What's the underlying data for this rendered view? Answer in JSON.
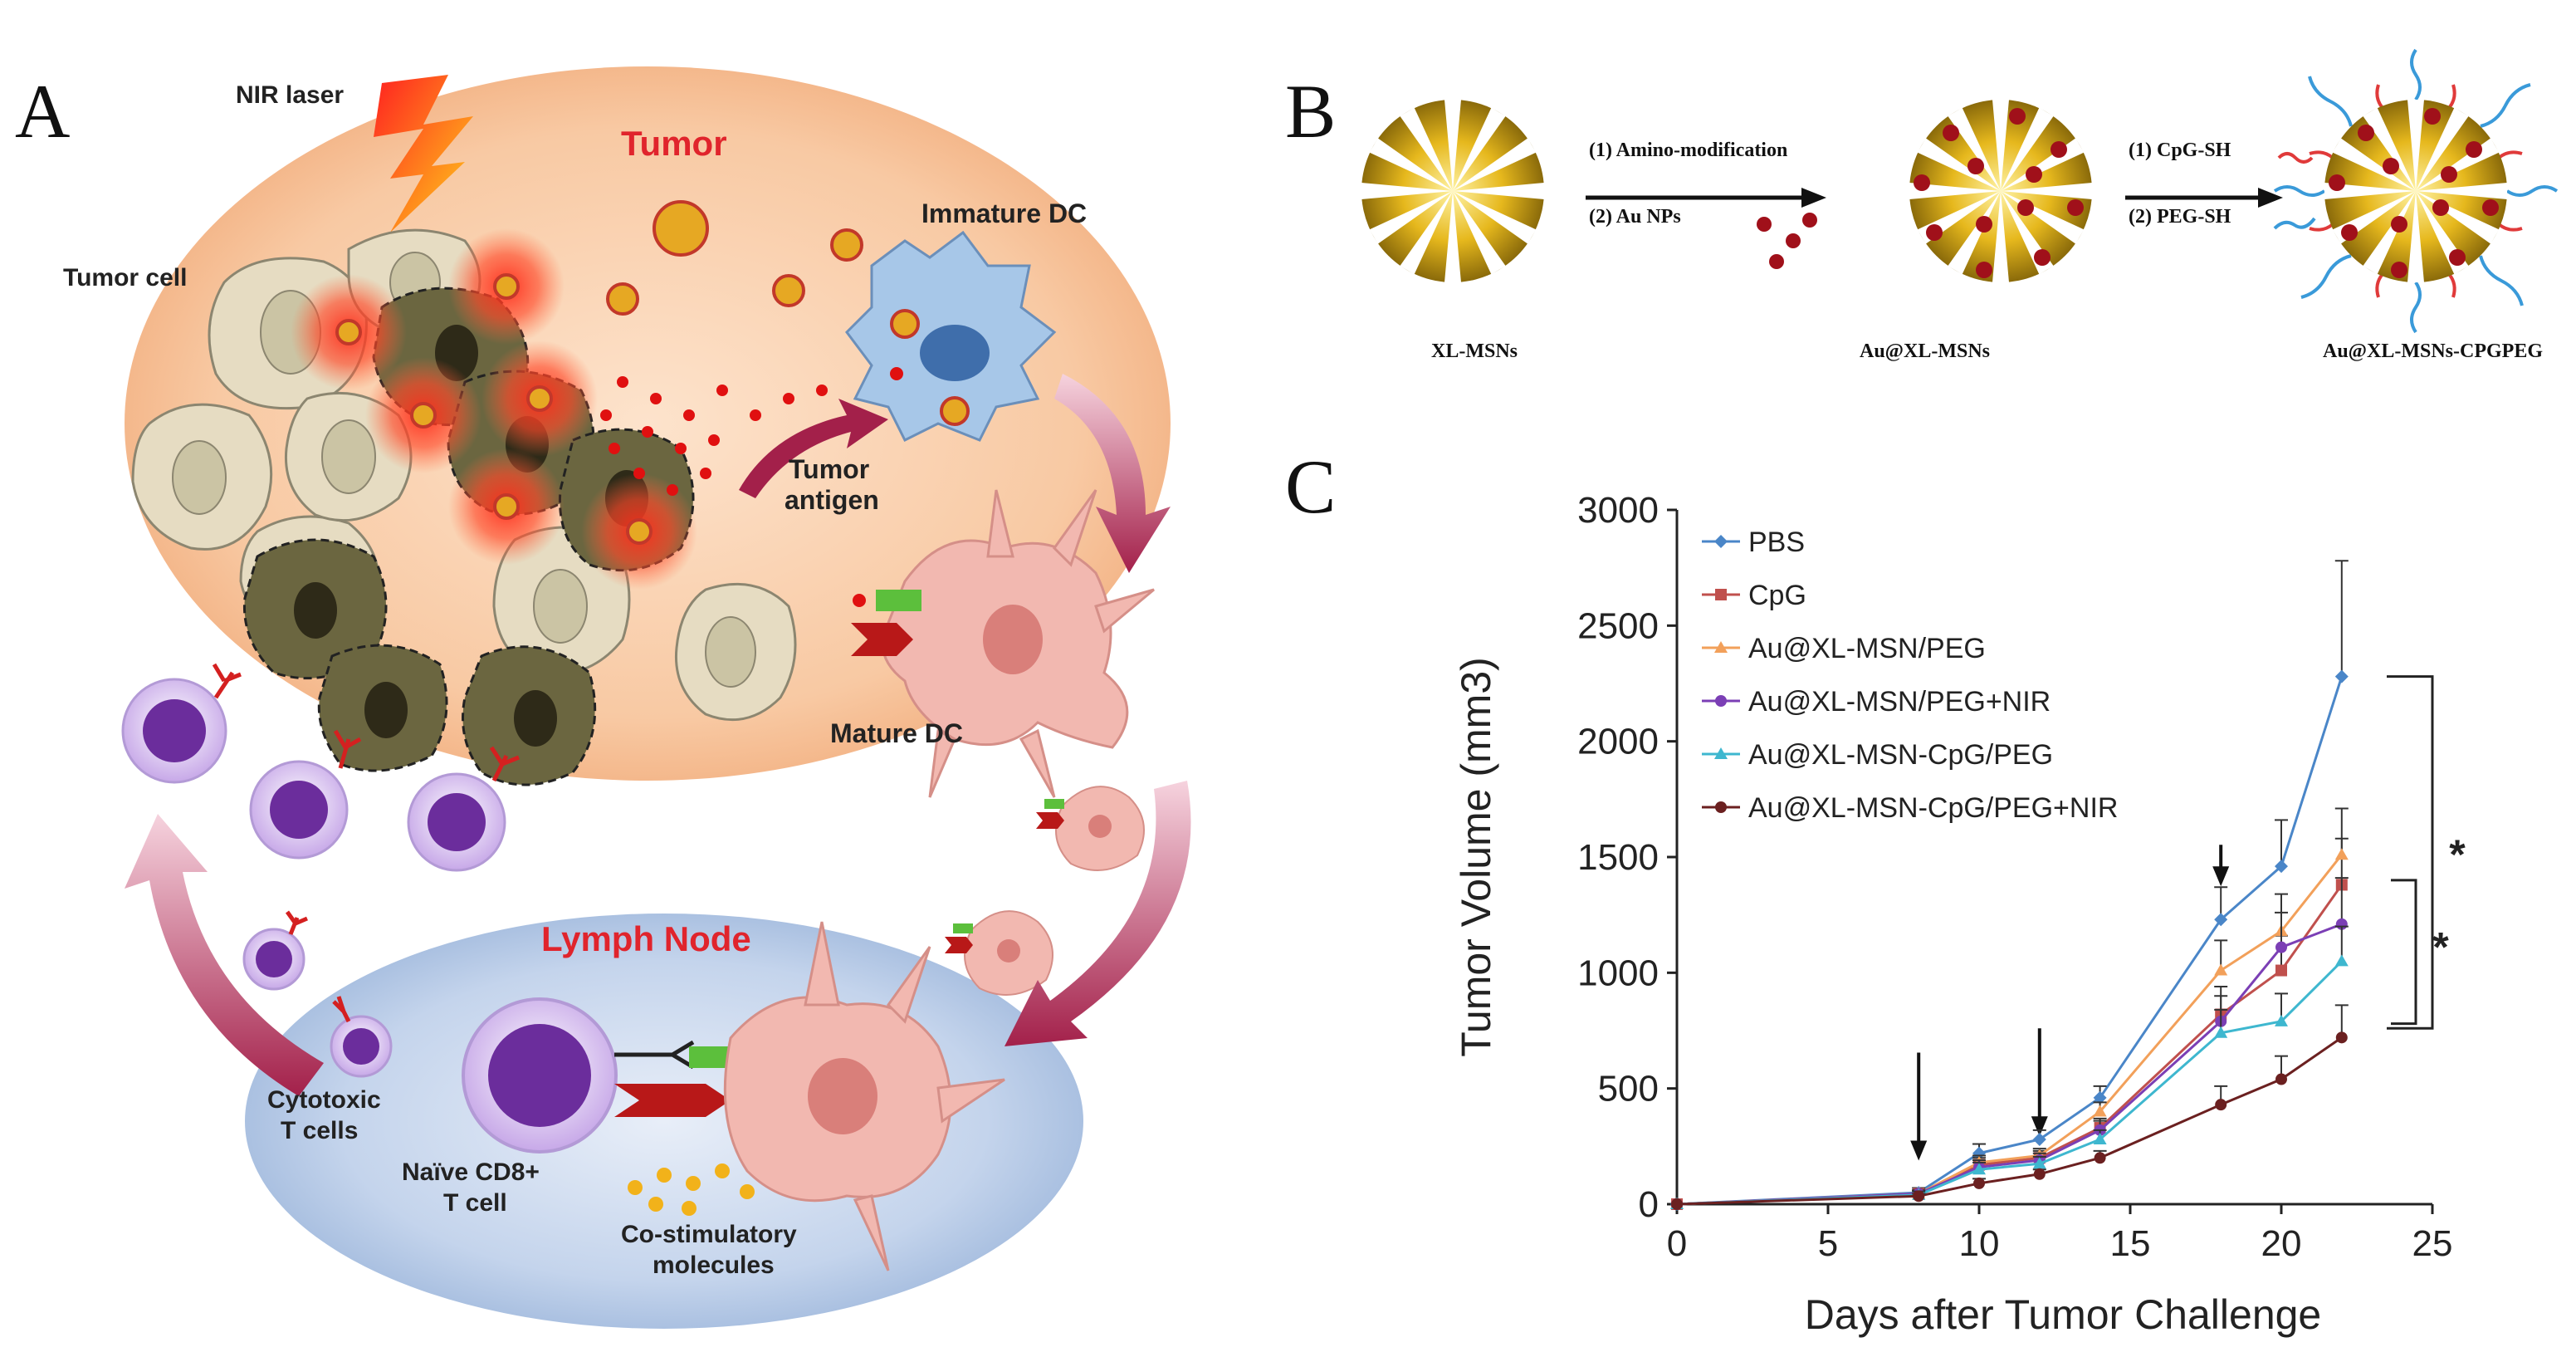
{
  "panels": {
    "a": "A",
    "b": "B",
    "c": "C"
  },
  "panel_a": {
    "nir_laser": "NIR laser",
    "tumor": "Tumor",
    "tumor_cell": "Tumor cell",
    "immature_dc": "Immature DC",
    "tumor_antigen_1": "Tumor",
    "tumor_antigen_2": "antigen",
    "mature_dc": "Mature DC",
    "lymph_node": "Lymph Node",
    "cytotoxic_1": "Cytotoxic",
    "cytotoxic_2": "T cells",
    "naive_1": "Naïve CD8+",
    "naive_2": "T cell",
    "costim_1": "Co-stimulatory",
    "costim_2": "molecules"
  },
  "panel_b": {
    "step1_a": "(1) Amino-modification",
    "step1_b": "(2) Au NPs",
    "step2_a": "(1) CpG-SH",
    "step2_b": "(2) PEG-SH",
    "name1": "XL-MSNs",
    "name2": "Au@XL-MSNs",
    "name3": "Au@XL-MSNs-CPGPEG"
  },
  "chart_data": {
    "type": "line",
    "xlabel": "Days after Tumor  Challenge",
    "ylabel": "Tumor  Volume  (mm3)",
    "xlim": [
      0,
      25
    ],
    "ylim": [
      0,
      3000
    ],
    "xticks": [
      "0",
      "5",
      "10",
      "15",
      "20",
      "25"
    ],
    "yticks": [
      "0",
      "500",
      "1000",
      "1500",
      "2000",
      "2500",
      "3000"
    ],
    "legend_position": "top-left",
    "significance": [
      "*",
      "*"
    ],
    "injection_days": [
      8,
      12,
      18
    ],
    "series": [
      {
        "name": "PBS",
        "color": "#4a86c8",
        "marker": "diamond",
        "x": [
          0,
          8,
          10,
          12,
          14,
          18,
          20,
          22
        ],
        "y": [
          0,
          50,
          220,
          280,
          460,
          1230,
          1460,
          2280
        ],
        "err": [
          0,
          20,
          40,
          40,
          50,
          140,
          200,
          500
        ]
      },
      {
        "name": "CpG",
        "color": "#c0504d",
        "marker": "square",
        "x": [
          0,
          8,
          10,
          12,
          14,
          18,
          20,
          22
        ],
        "y": [
          0,
          45,
          170,
          200,
          330,
          820,
          1010,
          1380
        ],
        "err": [
          0,
          15,
          30,
          30,
          40,
          120,
          150,
          200
        ]
      },
      {
        "name": "Au@XL-MSN/PEG",
        "color": "#f2a05a",
        "marker": "triangle",
        "x": [
          0,
          8,
          10,
          12,
          14,
          18,
          20,
          22
        ],
        "y": [
          0,
          45,
          180,
          210,
          400,
          1010,
          1180,
          1510
        ],
        "err": [
          0,
          15,
          30,
          30,
          40,
          130,
          160,
          200
        ]
      },
      {
        "name": "Au@XL-MSN/PEG+NIR",
        "color": "#7b3fb5",
        "marker": "circle",
        "x": [
          0,
          8,
          10,
          12,
          14,
          18,
          20,
          22
        ],
        "y": [
          0,
          45,
          160,
          190,
          320,
          790,
          1110,
          1210
        ],
        "err": [
          0,
          15,
          30,
          30,
          40,
          110,
          150,
          200
        ]
      },
      {
        "name": "Au@XL-MSN-CpG/PEG",
        "color": "#3eb7cf",
        "marker": "triangle",
        "x": [
          0,
          8,
          10,
          12,
          14,
          18,
          20,
          22
        ],
        "y": [
          0,
          40,
          150,
          175,
          280,
          740,
          790,
          1050
        ],
        "err": [
          0,
          15,
          30,
          30,
          40,
          100,
          120,
          150
        ]
      },
      {
        "name": "Au@XL-MSN-CpG/PEG+NIR",
        "color": "#6b2020",
        "marker": "circle",
        "x": [
          0,
          8,
          10,
          12,
          14,
          18,
          20,
          22
        ],
        "y": [
          0,
          35,
          90,
          130,
          200,
          430,
          540,
          720
        ],
        "err": [
          0,
          10,
          20,
          20,
          30,
          80,
          100,
          140
        ]
      }
    ]
  }
}
